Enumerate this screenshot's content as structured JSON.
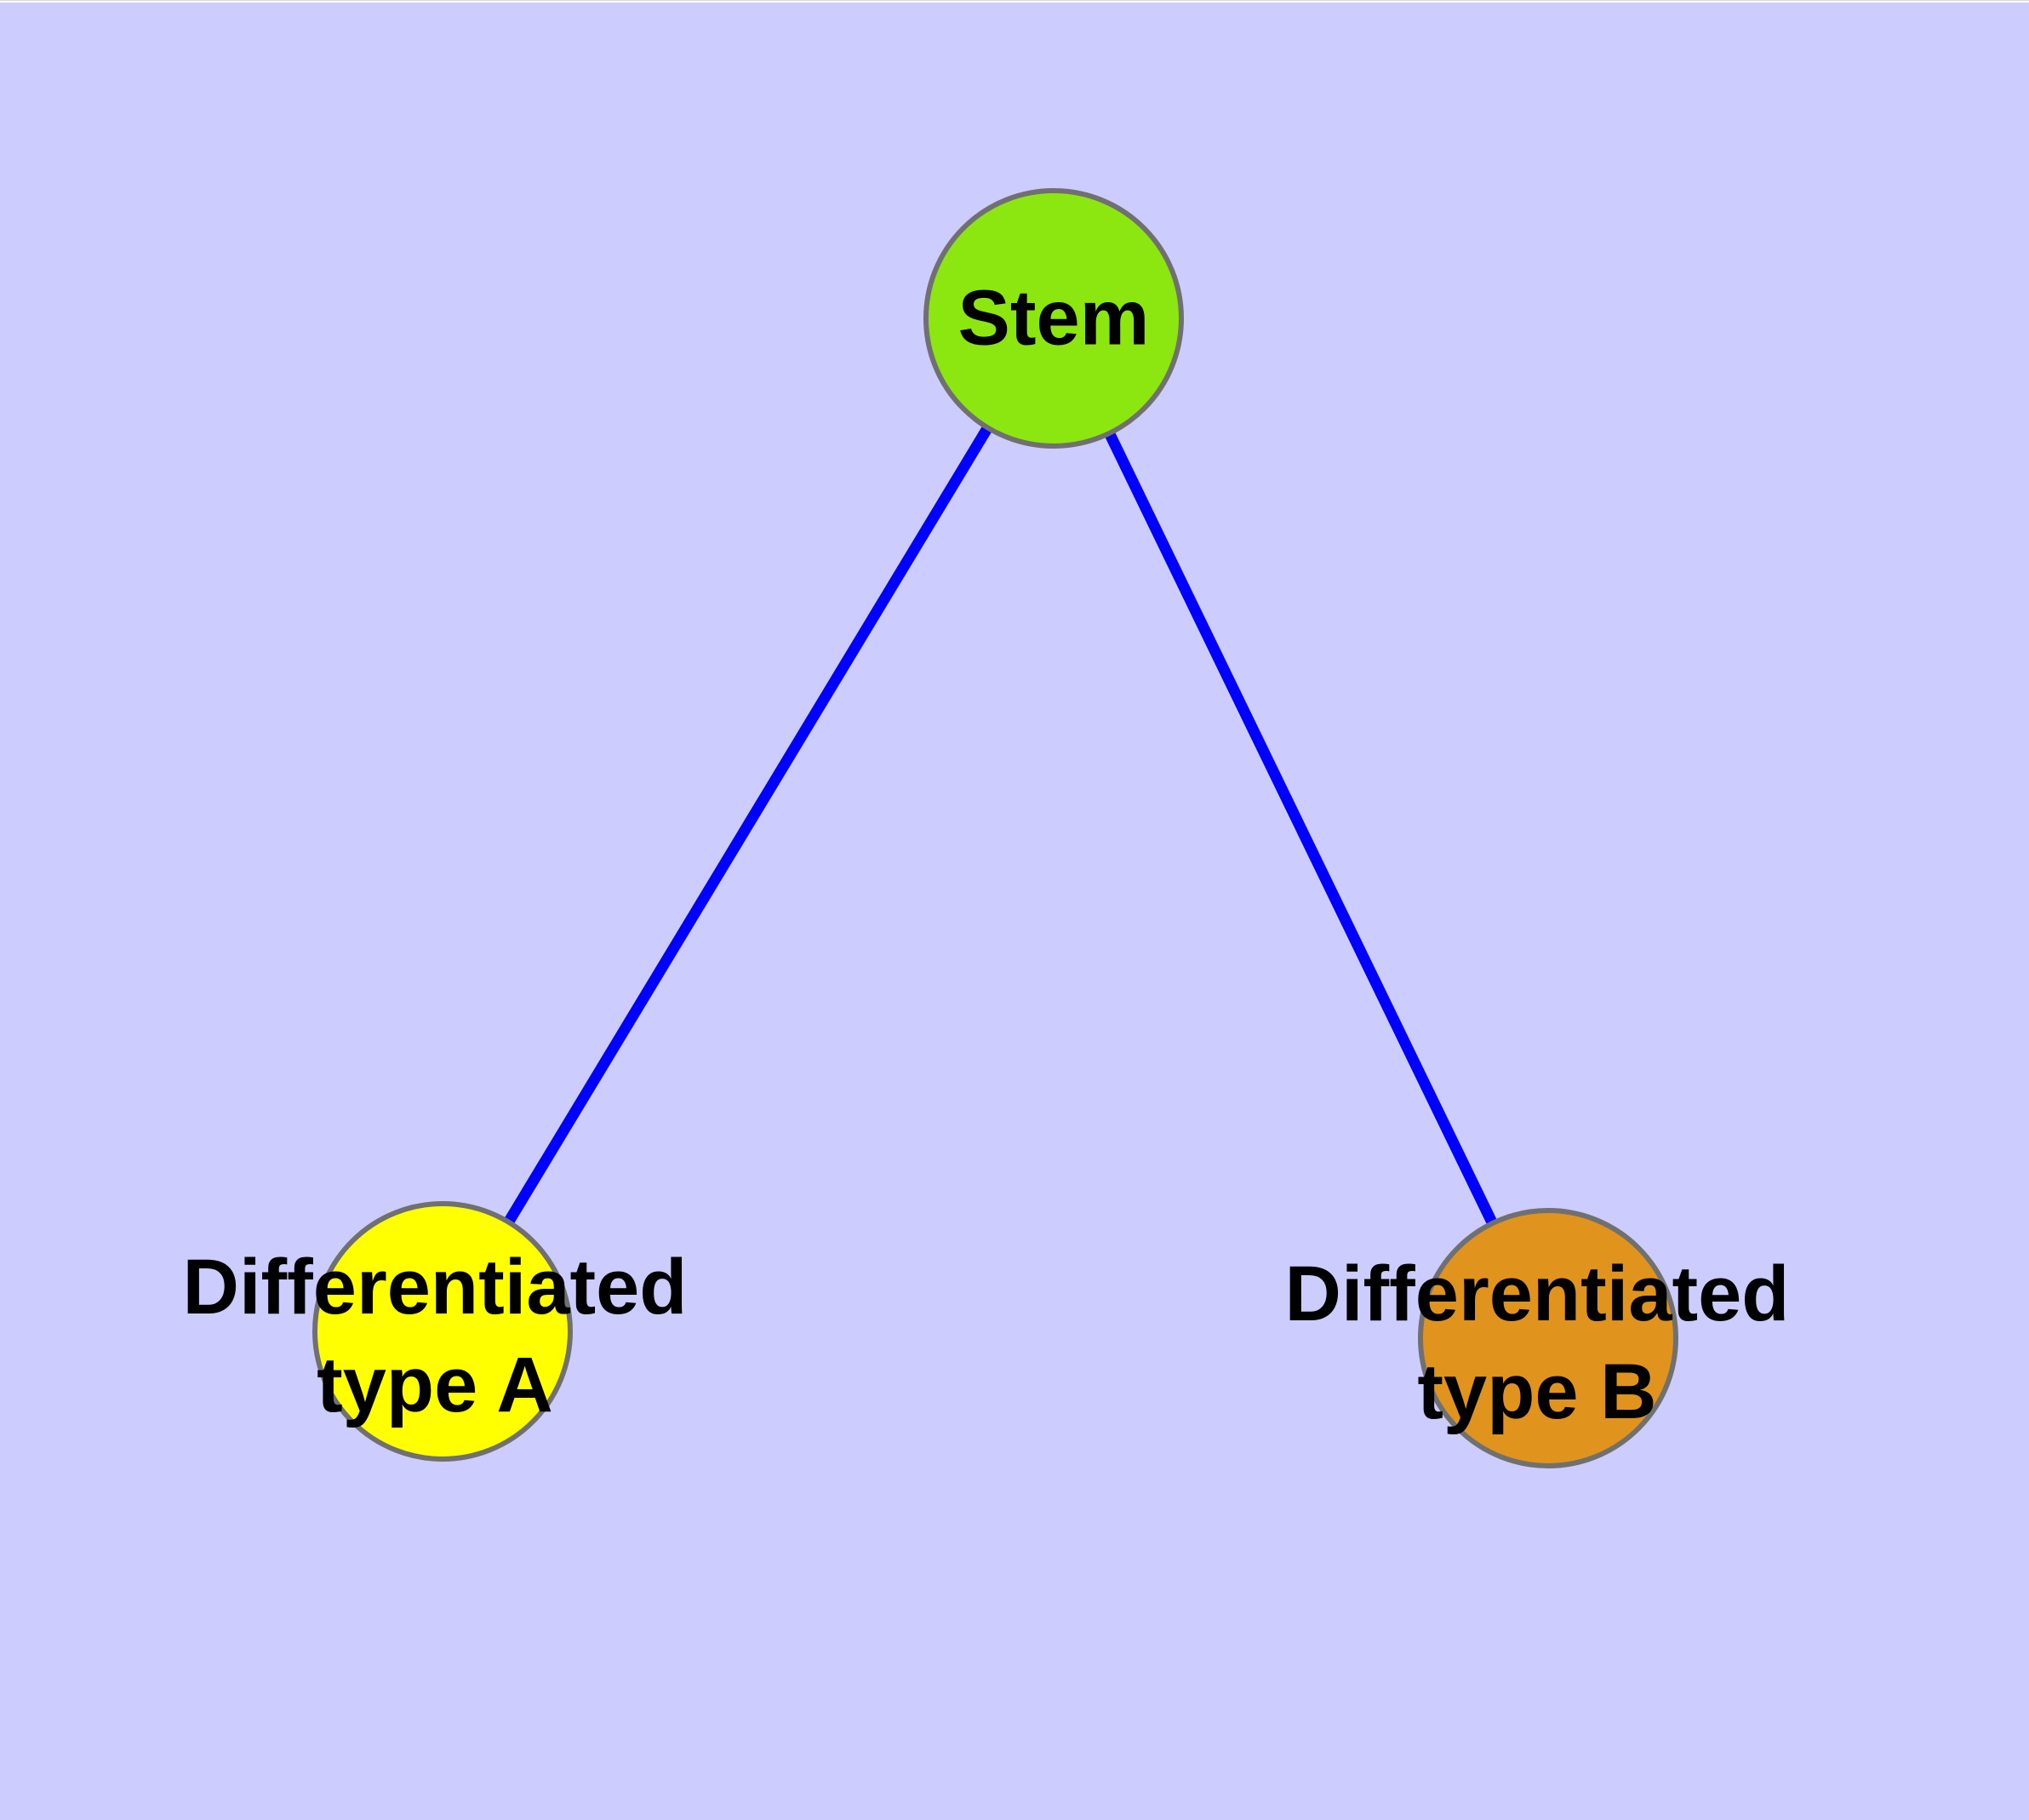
{
  "diagram": {
    "background_color": "#CCCCFF",
    "text_color": "#000000",
    "edge_color": "#0000FF",
    "node_border_color": "#707070",
    "nodes": [
      {
        "id": "stem",
        "label": "Stem",
        "fill": "#8CE60F"
      },
      {
        "id": "type-a",
        "label_line1": "Differentiated",
        "label_line2": "type A",
        "fill": "#FFFF00"
      },
      {
        "id": "type-b",
        "label_line1": "Differentiated",
        "label_line2": "type B",
        "fill": "#E0941E"
      }
    ],
    "edges": [
      {
        "from": "stem",
        "to": "type-a"
      },
      {
        "from": "stem",
        "to": "type-b"
      }
    ]
  }
}
